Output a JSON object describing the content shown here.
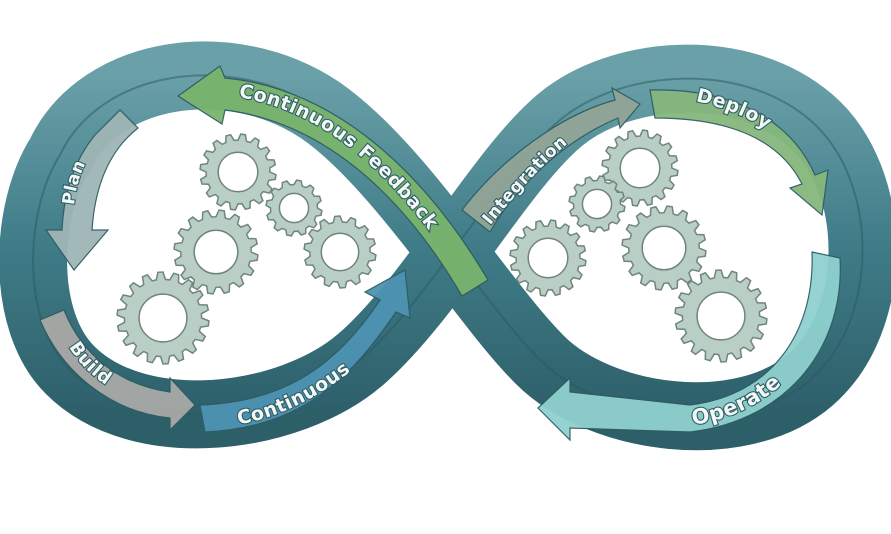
{
  "diagram": {
    "stages": [
      {
        "key": "plan",
        "label": "Plan",
        "color": "#9fb5b5"
      },
      {
        "key": "build",
        "label": "Build",
        "color": "#a8a9a6"
      },
      {
        "key": "continuous",
        "label": "Continuous",
        "color": "#4e93b3"
      },
      {
        "key": "integration",
        "label": "Integration",
        "color": "#92a597"
      },
      {
        "key": "deploy",
        "label": "Deploy",
        "color": "#86b77d"
      },
      {
        "key": "operate",
        "label": "Operate",
        "color": "#8fd1cf"
      },
      {
        "key": "feedback",
        "label": "Continuous Feedback",
        "color": "#7ab46d"
      }
    ],
    "colors": {
      "loop": "#3f7c88",
      "loop_dark": "#2d5f69",
      "gear": "#b9cec4",
      "gear_edge": "#6f857d"
    }
  }
}
